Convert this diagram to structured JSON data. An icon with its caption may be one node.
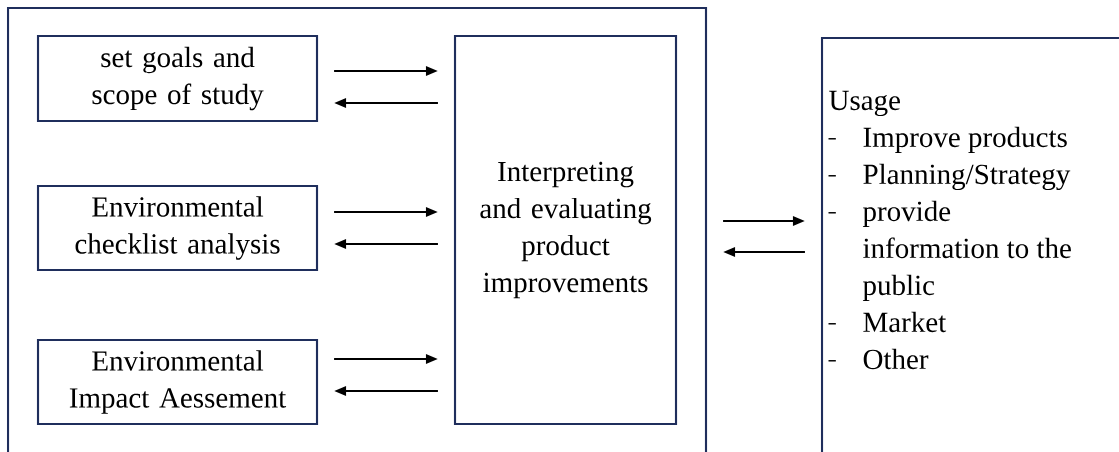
{
  "diagram": {
    "nodes": [
      {
        "text": [],
        "shape": "box"
      },
      {
        "text": [
          "set goals and scope of study"
        ],
        "in": 0
      },
      {
        "text": [
          "Environmental checklist analysis"
        ],
        "in": 0
      },
      {
        "text": [
          "Environmental Impact Aessement"
        ],
        "in": 0
      },
      {
        "text": [
          "Interpreting and evaluating product improvements"
        ],
        "in": 0
      },
      {
        "text": [
          "Usage",
          "Improve products",
          "Planning/Strategy",
          "provide information to the public",
          "Market",
          "Other"
        ]
      }
    ],
    "edges": [
      {
        "from": 1,
        "to": 4,
        "arrow": "to"
      },
      {
        "from": 4,
        "to": 1,
        "arrow": "to"
      },
      {
        "from": 2,
        "to": 4,
        "arrow": "to"
      },
      {
        "from": 4,
        "to": 2,
        "arrow": "to"
      },
      {
        "from": 3,
        "to": 4,
        "arrow": "to"
      },
      {
        "from": 4,
        "to": 3,
        "arrow": "to"
      },
      {
        "from": 0,
        "to": 5,
        "arrow": "to"
      },
      {
        "from": 5,
        "to": 0,
        "arrow": "to"
      }
    ]
  }
}
